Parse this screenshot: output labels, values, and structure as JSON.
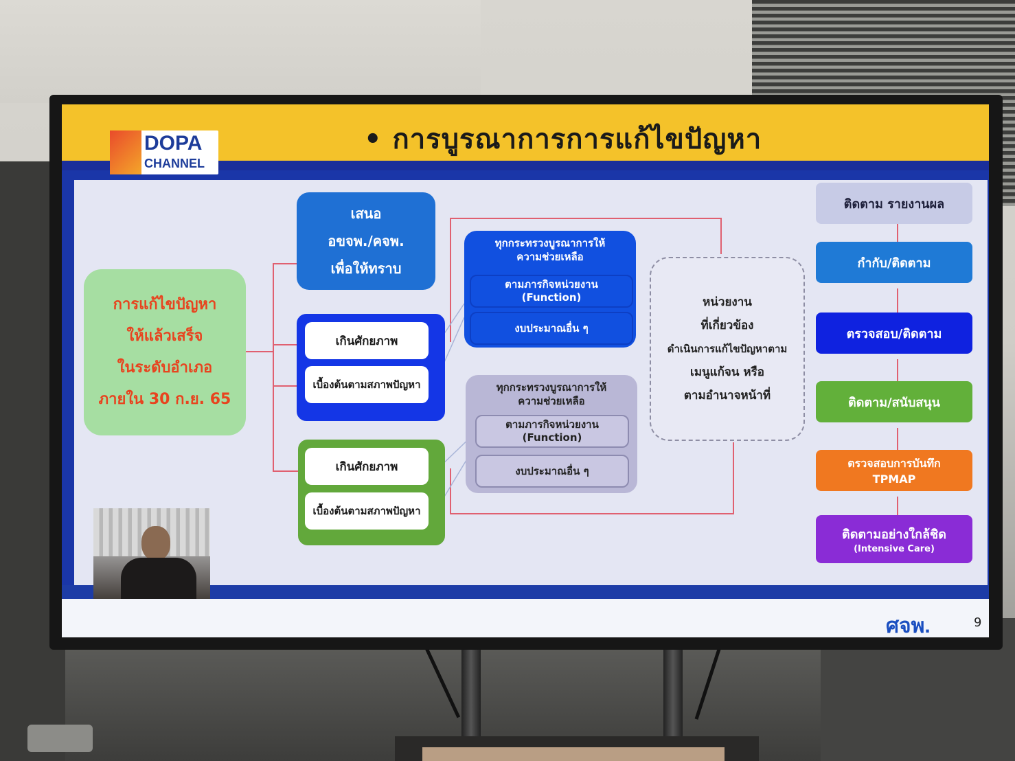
{
  "slide": {
    "title": "• การบูรณาการการแก้ไขปัญหา",
    "page_number": "9",
    "footer_logo": "ศจพ.",
    "logo": {
      "top": "DOPA",
      "bottom": "CHANNEL"
    },
    "main_goal": [
      "การแก้ไขปัญหา",
      "ให้แล้วเสร็จ",
      "ในระดับอำเภอ",
      "ภายใน 30 ก.ย. 65"
    ],
    "propose": [
      "เสนอ",
      "อขจพ./คจพ.",
      "เพื่อให้ทราบ"
    ],
    "group_blue": [
      "เกินศักยภาพ",
      "เบื้องต้นตามสภาพปัญหา"
    ],
    "group_green": [
      "เกินศักยภาพ",
      "เบื้องต้นตามสภาพปัญหา"
    ],
    "blue_panel": {
      "heading": [
        "ทุกกระทรวงบูรณาการให้",
        "ความช่วยเหลือ"
      ],
      "row1": [
        "ตามภารกิจหน่วยงาน",
        "(Function)"
      ],
      "row2": "งบประมาณอื่น ๆ"
    },
    "gray_panel": {
      "heading": [
        "ทุกกระทรวงบูรณาการให้",
        "ความช่วยเหลือ"
      ],
      "row1": [
        "ตามภารกิจหน่วยงาน",
        "(Function)"
      ],
      "row2": "งบประมาณอื่น ๆ"
    },
    "agencies": [
      "หน่วยงาน",
      "ที่เกี่ยวข้อง",
      "ดำเนินการแก้ไขปัญหาตาม",
      "เมนูแก้จน หรือ",
      "ตามอำนาจหน้าที่"
    ],
    "right_column": [
      {
        "label": "ติดตาม รายงานผล",
        "color": "#c7cbe6"
      },
      {
        "label": "กำกับ/ติดตาม",
        "color": "#1f7ad6"
      },
      {
        "label": "ตรวจสอบ/ติดตาม",
        "color": "#0f22e0"
      },
      {
        "label": "ติดตาม/สนับสนุน",
        "color": "#62b03a"
      },
      {
        "label": "ตรวจสอบการบันทึก",
        "label2": "TPMAP",
        "color": "#f07820"
      },
      {
        "label": "ติดตามอย่างใกล้ชิด",
        "label2": "(Intensive Care)",
        "color": "#8a2cd6"
      }
    ]
  },
  "colors": {
    "header": "#f4c22a",
    "band": "#1a2e9a",
    "deck": "#e4e6f3",
    "accent_red": "#e8431e"
  }
}
